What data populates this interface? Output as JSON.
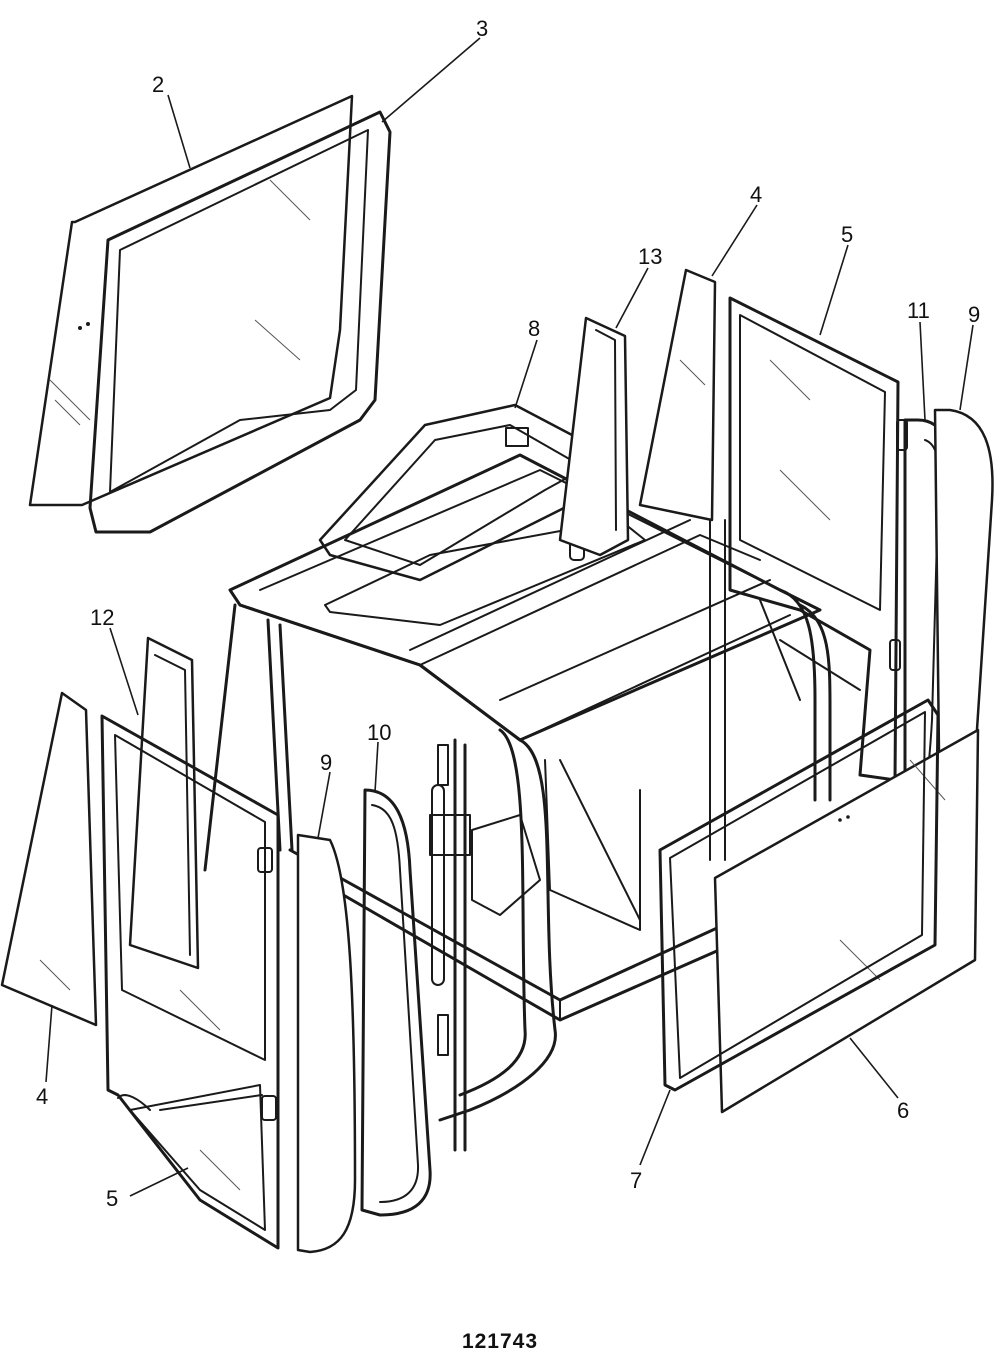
{
  "diagram": {
    "reference_number": "121743",
    "callouts": [
      {
        "id": "c2a",
        "label": "2"
      },
      {
        "id": "c3a",
        "label": "3"
      },
      {
        "id": "c4a",
        "label": "4"
      },
      {
        "id": "c13a",
        "label": "13"
      },
      {
        "id": "c5a",
        "label": "5"
      },
      {
        "id": "c8a",
        "label": "8"
      },
      {
        "id": "c11a",
        "label": "11"
      },
      {
        "id": "c9a",
        "label": "9"
      },
      {
        "id": "c12a",
        "label": "12"
      },
      {
        "id": "c10a",
        "label": "10"
      },
      {
        "id": "c9b",
        "label": "9"
      },
      {
        "id": "c4b",
        "label": "4"
      },
      {
        "id": "c5b",
        "label": "5"
      },
      {
        "id": "c7a",
        "label": "7"
      },
      {
        "id": "c6a",
        "label": "6"
      }
    ]
  }
}
